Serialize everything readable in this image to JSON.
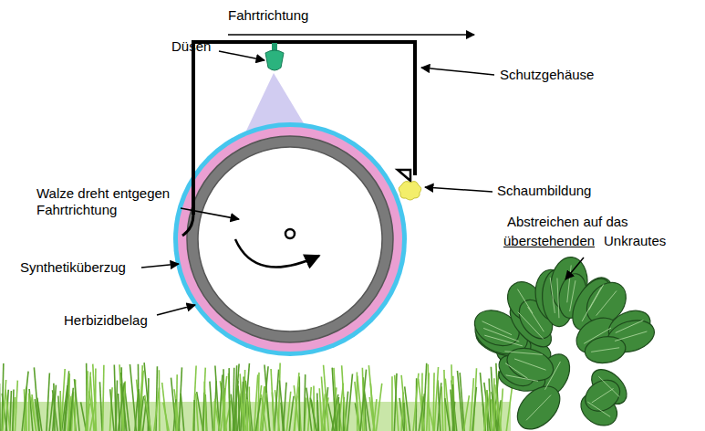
{
  "diagram": {
    "labels": [
      "Fahrtrichtung",
      "Düsen",
      "Schutzgehäuse",
      "Schaumbildung",
      "Walze dreht entgegen Fahrtrichtung",
      "Synthetiküberzug",
      "Herbizidbelag",
      "Abstreichen auf das",
      "überstehenden",
      "Unkrautes"
    ]
  }
}
